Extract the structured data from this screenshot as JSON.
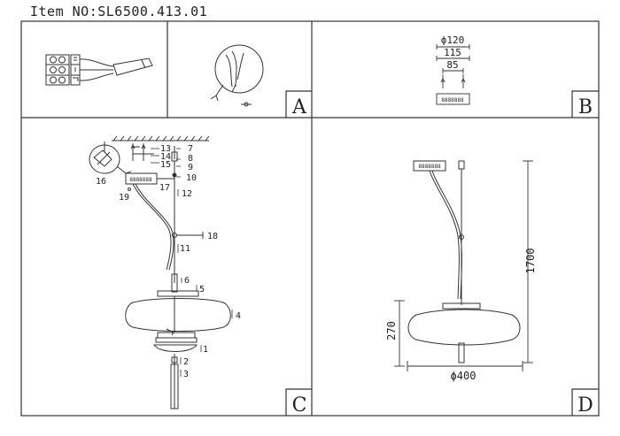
{
  "header": {
    "item_no": "Item NO:SL6500.413.01"
  },
  "panels": {
    "a": {
      "letter": "A"
    },
    "b": {
      "letter": "B",
      "dims": {
        "d120": "ϕ120",
        "d115": "115",
        "d85": "85"
      },
      "badge": "8888888"
    },
    "c": {
      "letter": "C",
      "badge": "8888888",
      "parts": [
        "1",
        "2",
        "3",
        "4",
        "5",
        "6",
        "7",
        "8",
        "9",
        "10",
        "11",
        "12",
        "13",
        "14",
        "15",
        "16",
        "17",
        "18",
        "19"
      ]
    },
    "d": {
      "letter": "D",
      "badge": "8888888",
      "dims": {
        "height_total": "1700",
        "height_shade": "270",
        "diameter": "ϕ400"
      }
    }
  }
}
